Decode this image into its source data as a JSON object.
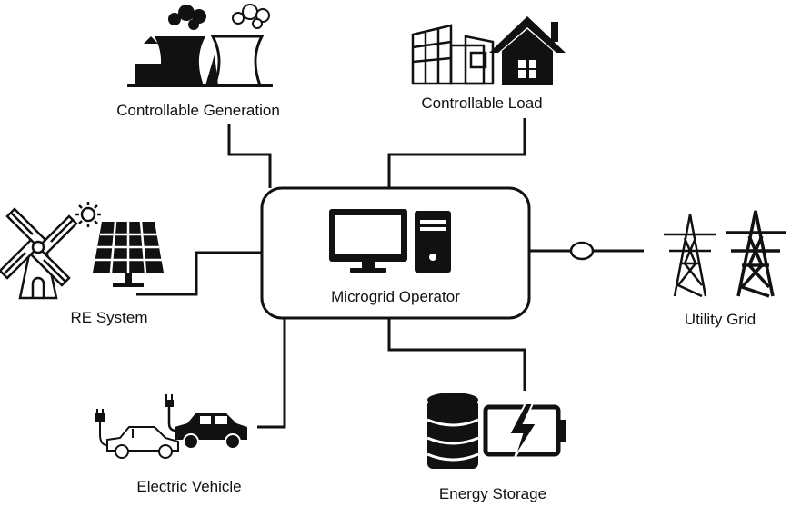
{
  "diagram": {
    "center": {
      "label": "Microgrid Operator",
      "icons": [
        "monitor-icon",
        "computer-tower-icon"
      ]
    },
    "nodes": {
      "controllable_generation": {
        "label": "Controllable Generation",
        "icon": "power-plant-icon"
      },
      "controllable_load": {
        "label": "Controllable Load",
        "icons": [
          "factory-icon",
          "house-icon"
        ]
      },
      "re_system": {
        "label": "RE System",
        "icons": [
          "windmill-icon",
          "sun-icon",
          "solar-panel-icon"
        ]
      },
      "utility_grid": {
        "label": "Utility Grid",
        "icons": [
          "transmission-tower-icon",
          "transmission-tower-icon"
        ],
        "connector": "breaker-symbol"
      },
      "electric_vehicle": {
        "label": "Electric Vehicle",
        "icons": [
          "electric-car-icon",
          "electric-car-icon"
        ]
      },
      "energy_storage": {
        "label": "Energy Storage",
        "icons": [
          "database-icon",
          "battery-charging-icon"
        ]
      }
    }
  }
}
